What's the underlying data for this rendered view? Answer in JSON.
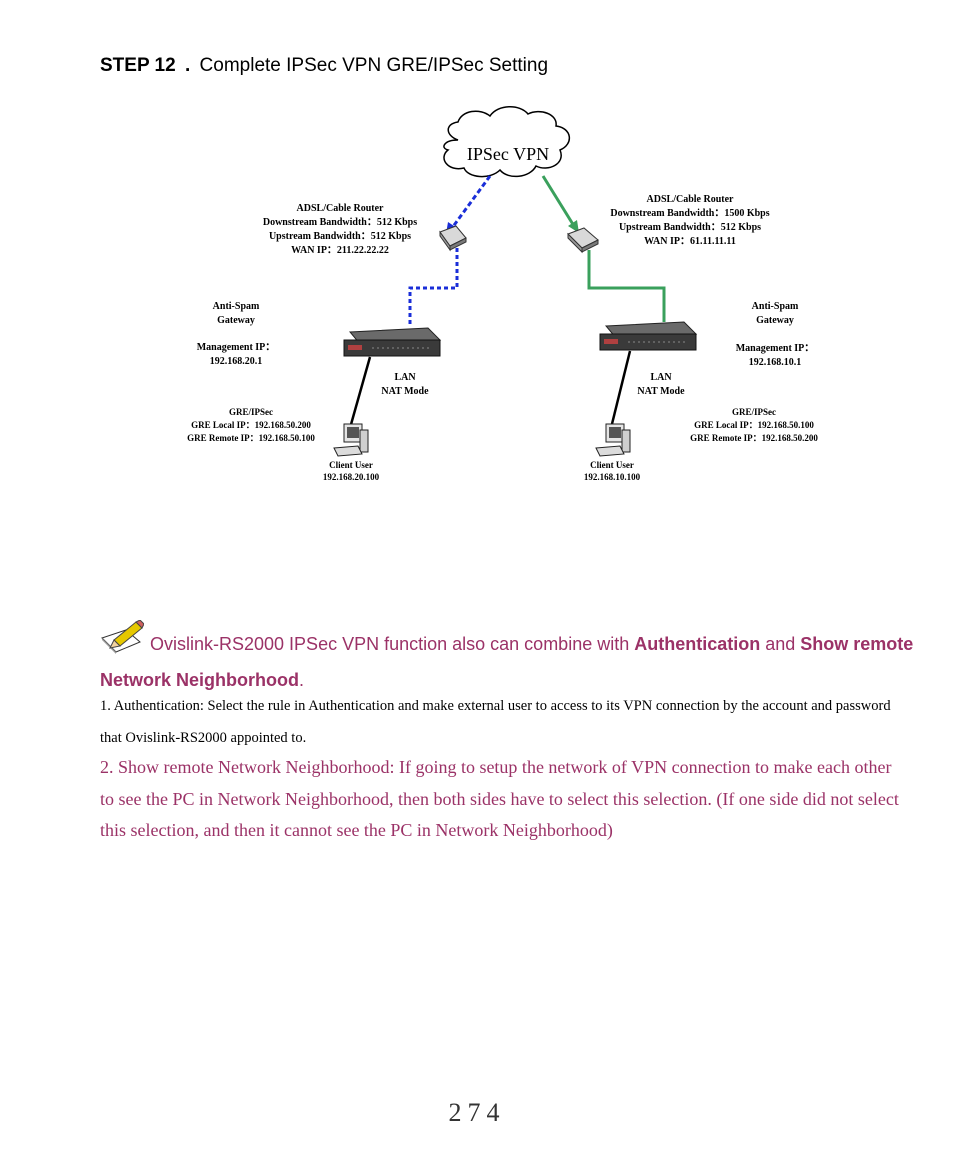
{
  "step": {
    "number": "STEP 12",
    "dot": ".",
    "title": "Complete IPSec VPN GRE/IPSec Setting"
  },
  "diagram": {
    "cloud_label": "IPSec VPN",
    "left": {
      "router": [
        "ADSL/Cable Router",
        "Downstream Bandwidth：512 Kbps",
        "Upstream Bandwidth：512 Kbps",
        "WAN IP：211.22.22.22"
      ],
      "gateway": [
        "Anti-Spam",
        "Gateway"
      ],
      "management": [
        "Management IP：",
        "192.168.20.1"
      ],
      "lan": [
        "LAN",
        "NAT Mode"
      ],
      "gre": [
        "GRE/IPSec",
        "GRE Local IP：192.168.50.200",
        "GRE Remote IP：192.168.50.100"
      ],
      "client": [
        "Client User",
        "192.168.20.100"
      ]
    },
    "right": {
      "router": [
        "ADSL/Cable Router",
        "Downstream Bandwidth：1500 Kbps",
        "Upstream Bandwidth：512 Kbps",
        "WAN IP：61.11.11.11"
      ],
      "gateway": [
        "Anti-Spam",
        "Gateway"
      ],
      "management": [
        "Management IP：",
        "192.168.10.1"
      ],
      "lan": [
        "LAN",
        "NAT Mode"
      ],
      "gre": [
        "GRE/IPSec",
        "GRE Local IP：192.168.50.100",
        "GRE Remote IP：192.168.50.200"
      ],
      "client": [
        "Client User",
        "192.168.10.100"
      ]
    },
    "colors": {
      "left_link": "#1a2ed8",
      "right_link": "#3aa05c"
    }
  },
  "note": {
    "text1": "Ovislink-RS2000 IPSec VPN function also can combine with ",
    "bold1": "Authentication",
    "text2": " and ",
    "bold2": "Show remote Network Neighborhood",
    "text3": "."
  },
  "para1": "1. Authentication: Select the rule in Authentication and make external user to access to its VPN connection by the account and password that Ovislink-RS2000 appointed to.",
  "para2": "2. Show remote Network Neighborhood: If going to setup the network of VPN connection to make each other to see the PC in Network Neighborhood, then both sides have to select this selection. (If one side did not select this selection, and then it cannot see the PC in Network Neighborhood)",
  "page_number": "274"
}
